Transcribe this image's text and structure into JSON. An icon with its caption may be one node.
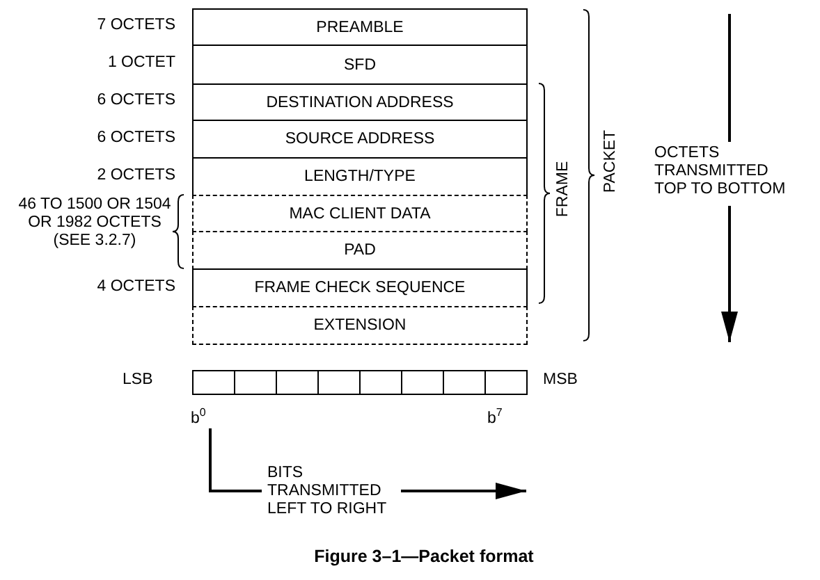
{
  "diagram": {
    "caption": "Figure 3–1—Packet format",
    "nodes": [
      {
        "text": [
          "PREAMBLE"
        ],
        "beside": [
          "7 OCTETS"
        ]
      },
      {
        "text": [
          "SFD"
        ],
        "beside": [
          "1 OCTET"
        ]
      },
      {
        "text": [
          "DESTINATION ADDRESS"
        ],
        "beside": [
          "6 OCTETS"
        ]
      },
      {
        "text": [
          "SOURCE ADDRESS"
        ],
        "beside": [
          "6 OCTETS"
        ]
      },
      {
        "text": [
          "LENGTH/TYPE"
        ],
        "beside": [
          "2 OCTETS"
        ]
      },
      {
        "text": [
          "MAC CLIENT DATA"
        ]
      },
      {
        "text": [
          "PAD"
        ]
      },
      {
        "text": [
          "FRAME CHECK SEQUENCE"
        ],
        "beside": [
          "4 OCTETS"
        ]
      },
      {
        "text": [
          "EXTENSION"
        ]
      },
      {
        "text": [],
        "shape": "box"
      },
      {
        "text": [],
        "shape": "box"
      },
      {
        "text": [],
        "shape": "box"
      },
      {
        "text": [],
        "shape": "box"
      },
      {
        "text": [],
        "shape": "box"
      },
      {
        "text": [],
        "shape": "box"
      },
      {
        "text": [],
        "shape": "box"
      },
      {
        "text": [],
        "shape": "box"
      }
    ],
    "labels": [
      "46 TO 1500 OR 1504 OR 1982 OCTETS (SEE 3.2.7)",
      "FRAME",
      "PACKET",
      "OCTETS TRANSMITTED TOP TO BOTTOM",
      "LSB",
      "MSB",
      "b$^{0}$",
      "b$^{7}$",
      "BITS TRANSMITTED LEFT TO RIGHT"
    ]
  }
}
